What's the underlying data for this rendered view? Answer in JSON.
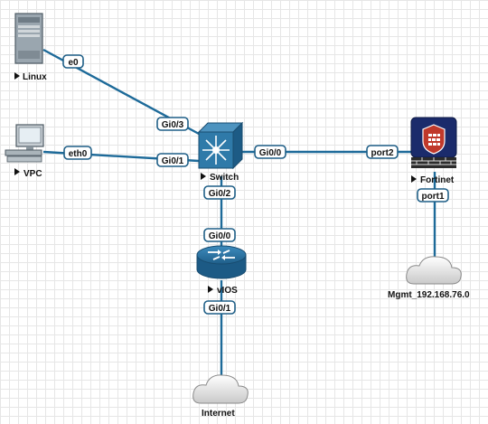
{
  "nodes": {
    "linux": {
      "label": "Linux"
    },
    "vpc": {
      "label": "VPC"
    },
    "switch": {
      "label": "Switch"
    },
    "fortinet": {
      "label": "Fortinet"
    },
    "vios": {
      "label": "vIOS"
    },
    "mgmt": {
      "label": "Mgmt_192.168.76.0"
    },
    "internet": {
      "label": "Internet"
    }
  },
  "ports": {
    "linux_e0": "e0",
    "switch_gi03": "Gi0/3",
    "vpc_eth0": "eth0",
    "switch_gi01": "Gi0/1",
    "switch_gi00": "Gi0/0",
    "fortinet_port2": "port2",
    "fortinet_port1": "port1",
    "switch_gi02": "Gi0/2",
    "vios_gi00": "Gi0/0",
    "vios_gi01": "Gi0/1"
  },
  "colors": {
    "link": "#1d6a99",
    "switch": "#2a6f99",
    "router": "#2b78a6",
    "firewall": "#1a2a66",
    "firewall_badge": "#c0392b"
  }
}
